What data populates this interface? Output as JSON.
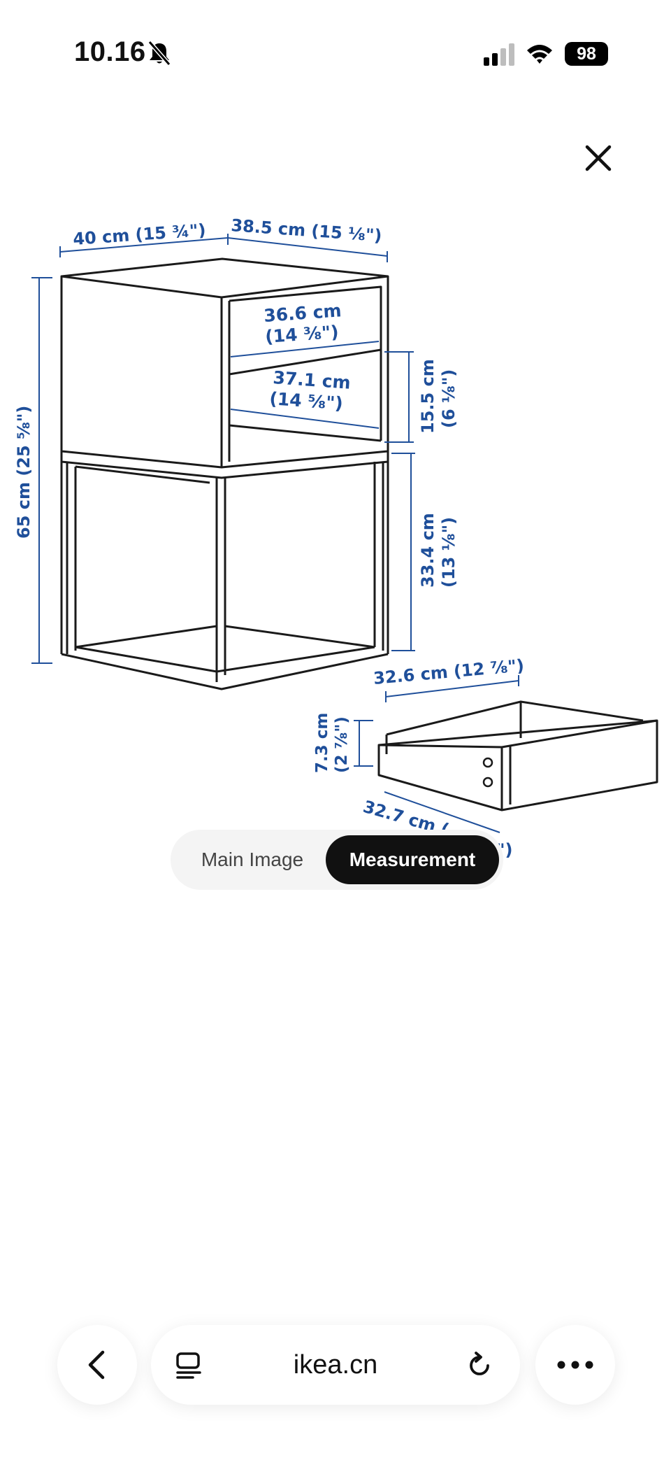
{
  "status_bar": {
    "time": "10.16",
    "battery": "98",
    "icons": [
      "bell-slash-icon",
      "cellular-signal-icon",
      "wifi-icon",
      "battery-icon"
    ]
  },
  "viewer": {
    "close_icon": "close-icon",
    "dimensions": {
      "width": "40 cm (15 ¾\")",
      "depth": "38.5 cm (15 ⅛\")",
      "height": "65 cm (25 ⅝\")",
      "top_inner_width_1": "36.6 cm",
      "top_inner_width_2": "(14 ⅜\")",
      "lower_inner_width_1": "37.1 cm",
      "lower_inner_width_2": "(14 ⅝\")",
      "shelf_height_1": "15.5 cm",
      "shelf_height_2": "(6 ⅛\")",
      "leg_height_1": "33.4 cm",
      "leg_height_2": "(13 ⅛\")",
      "drawer_width": "32.6 cm (12 ⅞\")",
      "drawer_height_1": "7.3 cm",
      "drawer_height_2": "(2 ⅞\")",
      "drawer_depth_visible": "32.7 cm (",
      "drawer_depth_tail": "\")"
    }
  },
  "tabs": {
    "main_image": "Main Image",
    "measurement": "Measurement",
    "selected": "Measurement"
  },
  "browser_bar": {
    "url": "ikea.cn",
    "icons": [
      "back-chevron-icon",
      "tabs-icon",
      "reload-icon",
      "more-icon"
    ]
  },
  "colors": {
    "dimension_blue": "#1f4f9a",
    "selected_tab_bg": "#111111",
    "toggle_bg": "#f4f4f4"
  }
}
